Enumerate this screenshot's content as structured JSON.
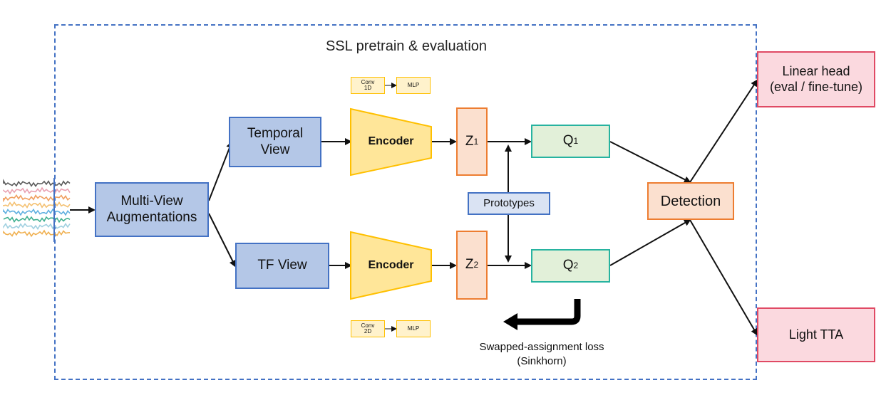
{
  "title": "SSL pretrain & evaluation",
  "input_signal_colors": [
    "#5a5a5a",
    "#e8a0b0",
    "#f0a060",
    "#f4c070",
    "#60b0e0",
    "#40b090",
    "#a0d0e0",
    "#f0b050"
  ],
  "aug": {
    "line1": "Multi-View",
    "line2": "Augmentations"
  },
  "temporal_view": {
    "line1": "Temporal",
    "line2": "View"
  },
  "tf_view": "TF View",
  "encoder_top": "Encoder",
  "encoder_bottom": "Encoder",
  "conv_top": {
    "line1": "Conv",
    "line2": "1D",
    "mlp": "MLP"
  },
  "conv_bottom": {
    "line1": "Conv",
    "line2": "2D",
    "mlp": "MLP"
  },
  "z1": {
    "base": "Z",
    "sub": "1"
  },
  "z2": {
    "base": "Z",
    "sub": "2"
  },
  "q1": {
    "base": "Q",
    "sub": "1"
  },
  "q2": {
    "base": "Q",
    "sub": "2"
  },
  "prototypes": "Prototypes",
  "detection": "Detection",
  "linear_head": {
    "line1": "Linear head",
    "line2": "(eval / fine-tune)"
  },
  "light_tta": "Light TTA",
  "loss": {
    "line1": "Swapped-assignment loss",
    "line2": "(Sinkhorn)"
  }
}
